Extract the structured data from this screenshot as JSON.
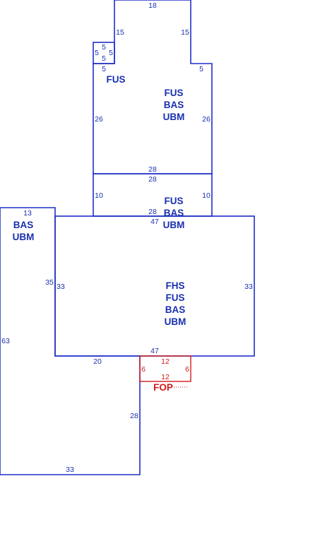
{
  "dimensions": {
    "top_width": "18",
    "top_left_side": "15",
    "top_right_side": "15",
    "notch_top": "5",
    "notch_left": "5",
    "notch_right": "5",
    "notch_bottom": "5",
    "ledge_left": "5",
    "ledge_right": "5",
    "upper_left": "26",
    "upper_right": "26",
    "upper_bottom": "28",
    "mid_top": "28",
    "mid_left": "10",
    "mid_right": "10",
    "mid_bottom": "28",
    "main_top": "47",
    "main_left": "33",
    "main_right": "33",
    "main_bottom": "47",
    "wing_top": "13",
    "wing_inner": "35",
    "wing_left": "63",
    "lower_step": "20",
    "lower_right": "28",
    "lower_bottom": "33",
    "porch_top": "12",
    "porch_left": "6",
    "porch_right": "6",
    "porch_bottom": "12"
  },
  "labels": {
    "top_fus": "FUS",
    "upper": [
      "FUS",
      "BAS",
      "UBM"
    ],
    "mid": [
      "FUS",
      "BAS",
      "UBM"
    ],
    "wing": [
      "BAS",
      "UBM"
    ],
    "main": [
      "FHS",
      "FUS",
      "BAS",
      "UBM"
    ],
    "porch": "FOP"
  },
  "colors": {
    "line": "#1f2fc6",
    "text": "#1a2fb0",
    "porch": "#d11a1a"
  }
}
